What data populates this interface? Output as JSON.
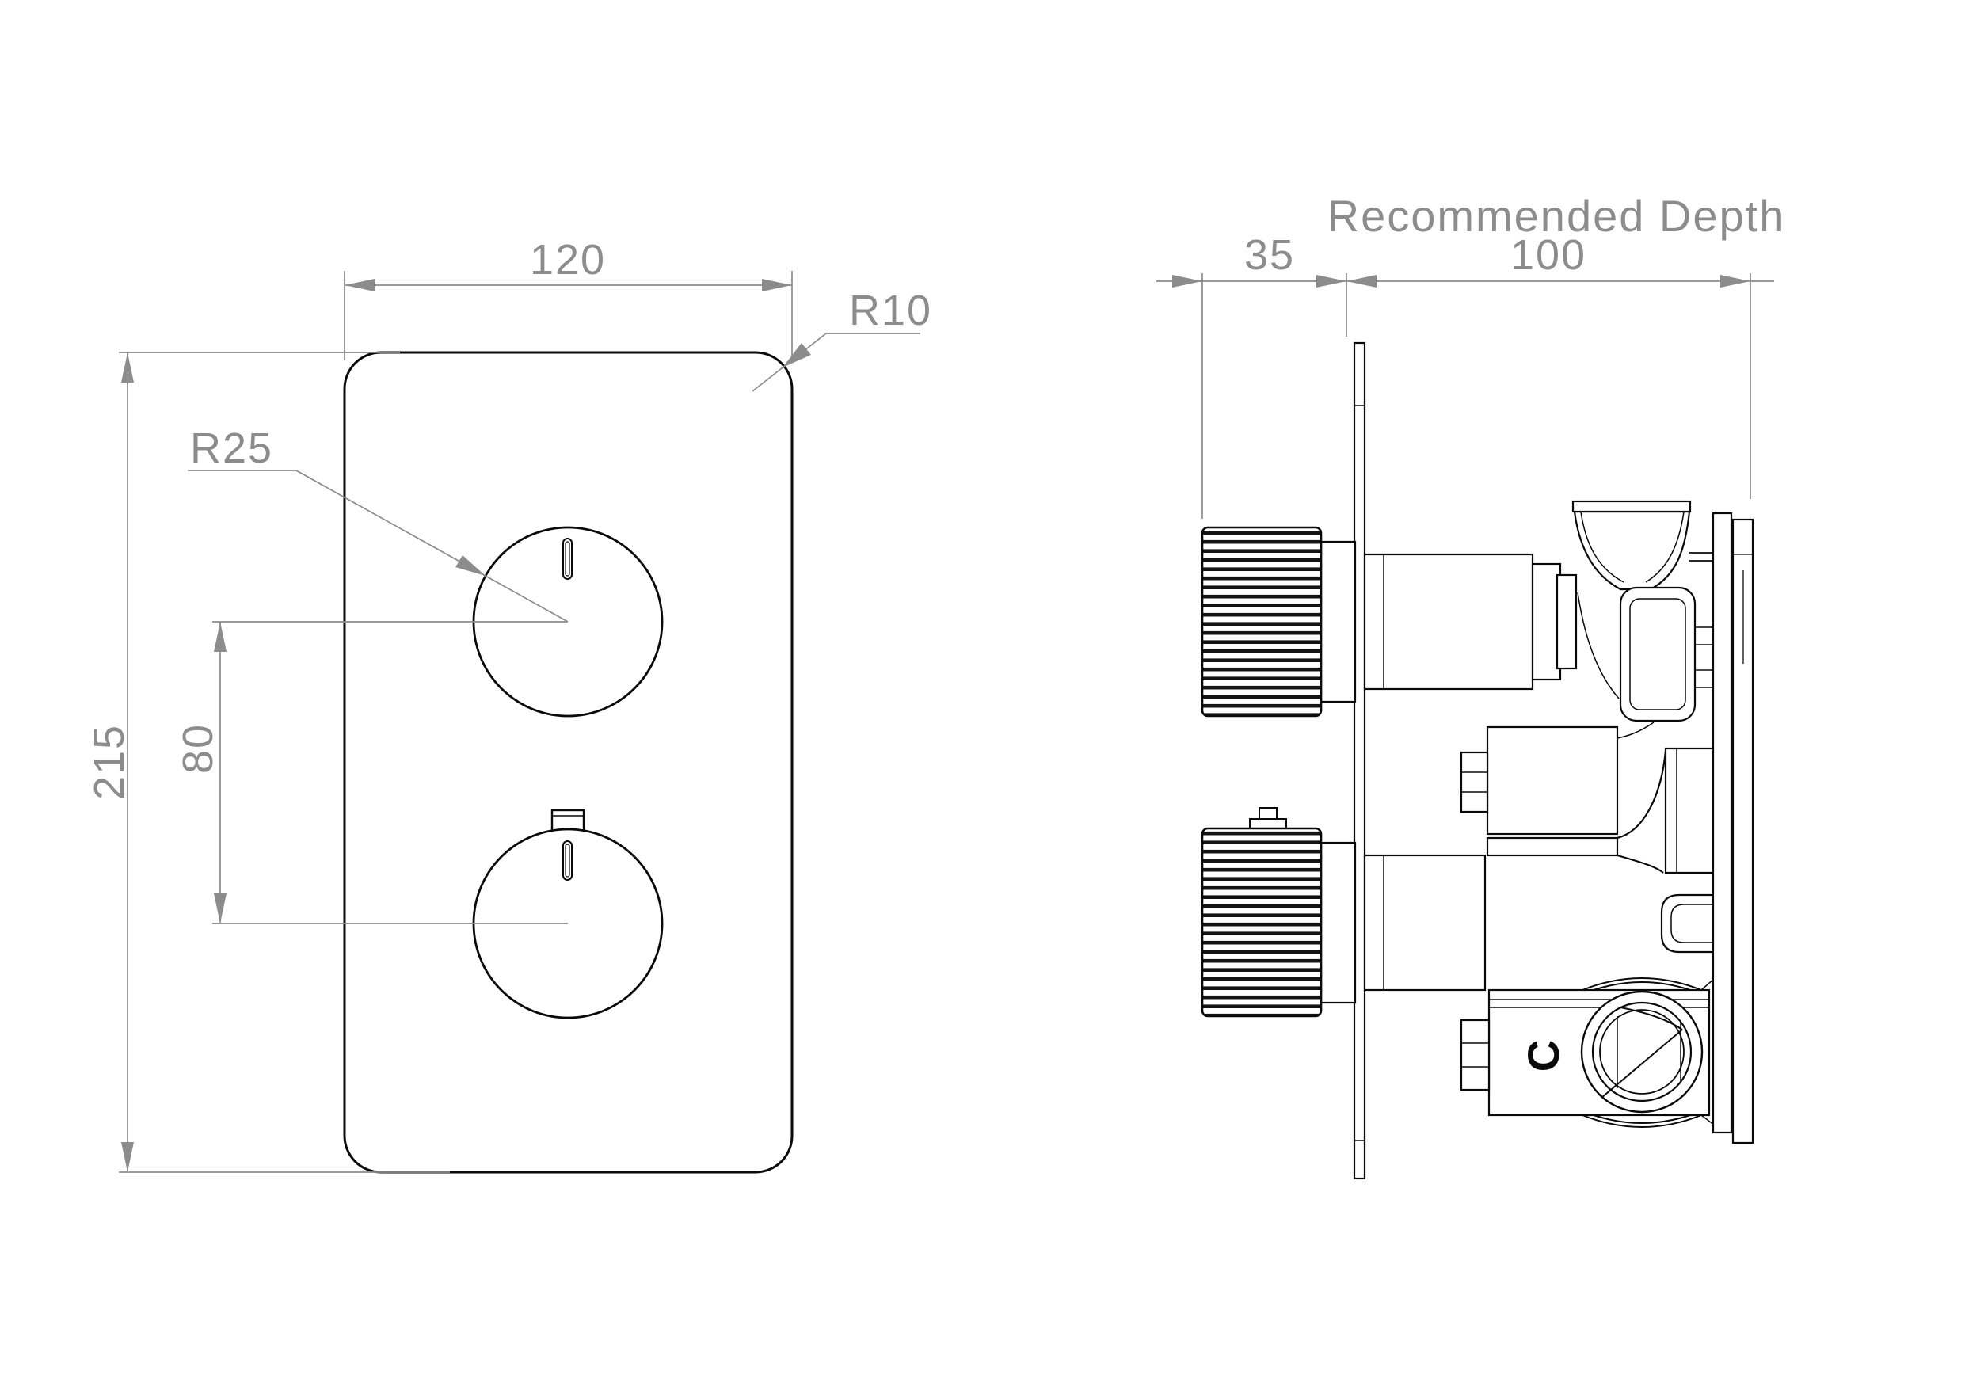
{
  "drawing": {
    "colors": {
      "background": "#ffffff",
      "part_line": "#0a0a0a",
      "dimension": "#8c8c8c"
    },
    "front_view": {
      "dim_width": "120",
      "dim_height": "215",
      "dim_knob_spacing": "80",
      "knob_radius_label": "R25",
      "corner_radius_label": "R10"
    },
    "side_view": {
      "heading": "Recommended Depth",
      "dim_knob_projection": "35",
      "dim_recessed_depth": "100",
      "cold_port_marking": "C"
    }
  }
}
